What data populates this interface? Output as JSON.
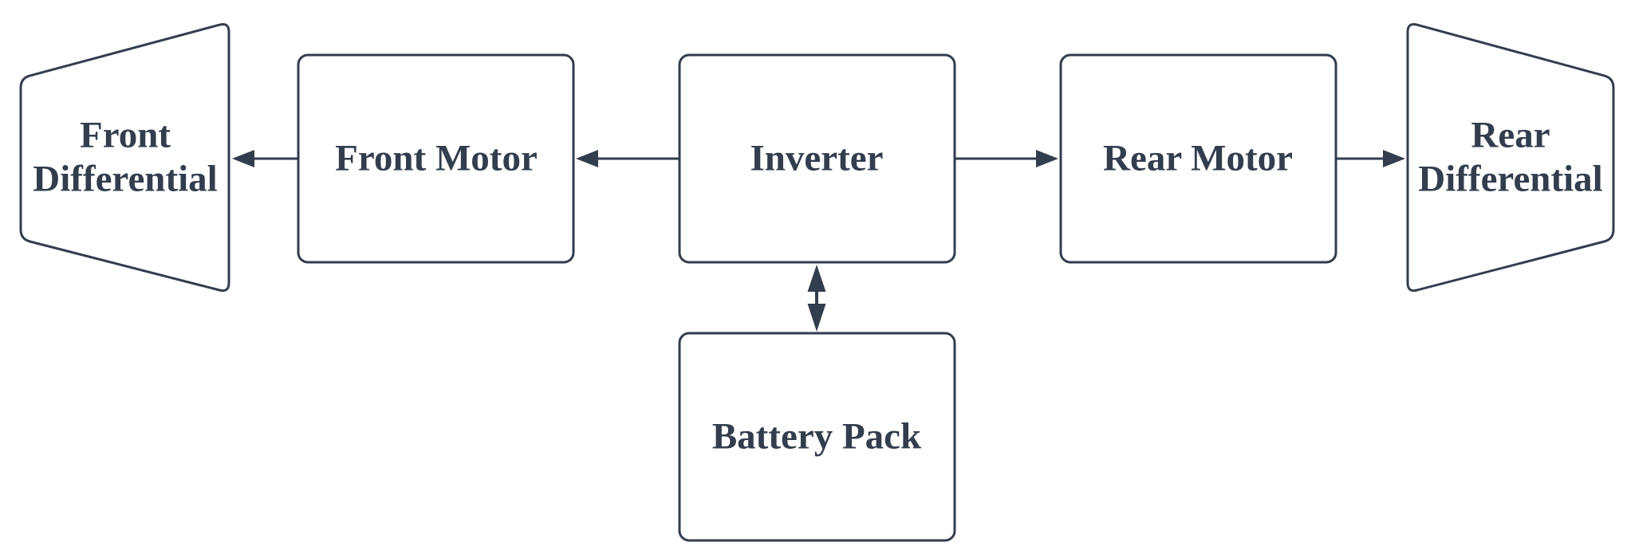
{
  "diagram": {
    "colors": {
      "stroke": "#323E4D",
      "text": "#323E4D",
      "shape_fill": "#FFFFFF",
      "background": "#FFFFFF"
    },
    "nodes": {
      "front_differential": {
        "label": "Front Differential",
        "lines": [
          "Front",
          "Differential"
        ],
        "shape": "trapezoid-narrow-left"
      },
      "front_motor": {
        "label": "Front Motor",
        "shape": "rounded-rect"
      },
      "inverter": {
        "label": "Inverter",
        "shape": "rounded-rect"
      },
      "rear_motor": {
        "label": "Rear Motor",
        "shape": "rounded-rect"
      },
      "rear_differential": {
        "label": "Rear Differential",
        "lines": [
          "Rear",
          "Differential"
        ],
        "shape": "trapezoid-narrow-right"
      },
      "battery_pack": {
        "label": "Battery Pack",
        "shape": "rounded-rect"
      }
    },
    "edges": [
      {
        "from": "inverter",
        "to": "front_motor",
        "arrow": "left"
      },
      {
        "from": "front_motor",
        "to": "front_differential",
        "arrow": "left"
      },
      {
        "from": "inverter",
        "to": "rear_motor",
        "arrow": "right"
      },
      {
        "from": "rear_motor",
        "to": "rear_differential",
        "arrow": "right"
      },
      {
        "from": "inverter",
        "to": "battery_pack",
        "arrow": "both"
      }
    ]
  }
}
